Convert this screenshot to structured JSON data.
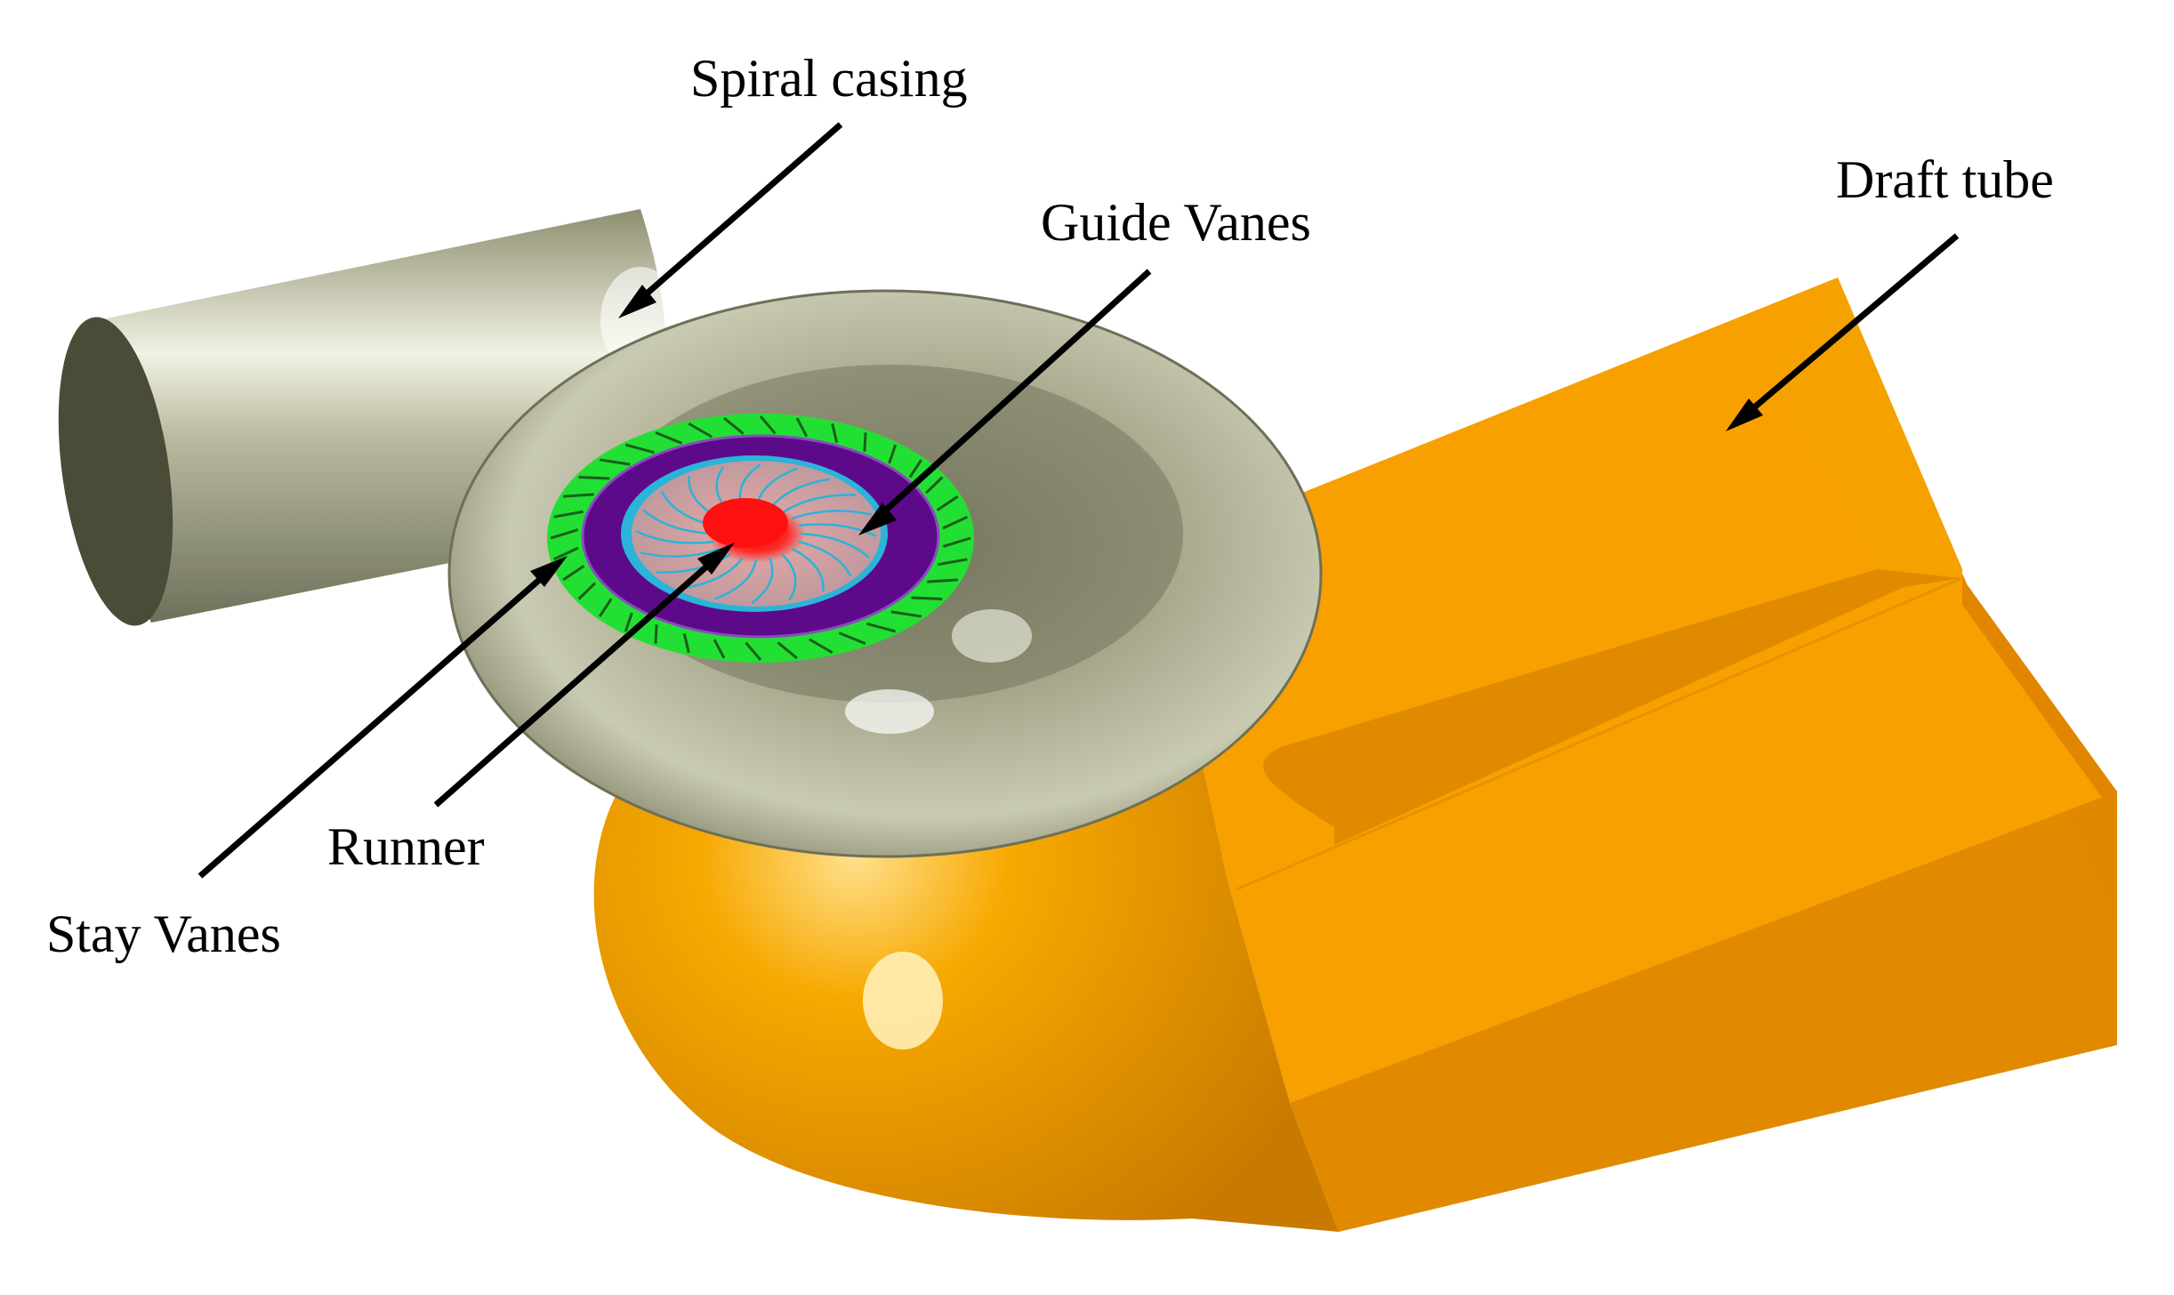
{
  "labels": {
    "spiral_casing": "Spiral casing",
    "draft_tube": "Draft tube",
    "guide_vanes": "Guide Vanes",
    "runner": "Runner",
    "stay_vanes": "Stay Vanes"
  },
  "colors": {
    "spiral_casing": "#a8a98a",
    "draft_tube": "#f59e00",
    "stay_vanes_ring": "#22e033",
    "guide_vanes_ring": "#5d0a8a",
    "runner_hub": "#ff1a1a",
    "runner_blades": "#2ab4d8",
    "arrow": "#000000"
  }
}
